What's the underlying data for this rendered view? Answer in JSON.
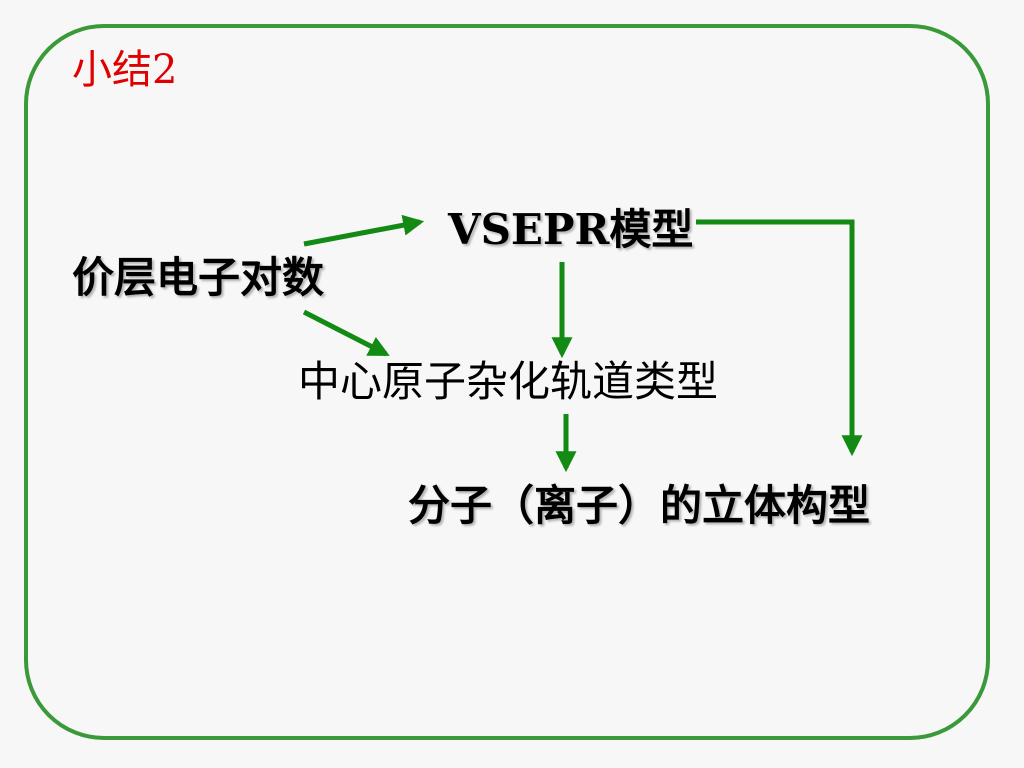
{
  "title": "小结2",
  "colors": {
    "frame": "#3a9a3a",
    "arrow": "#138a13",
    "title": "#e00000",
    "text": "#000000"
  },
  "nodes": {
    "valence_pairs": "价层电子对数",
    "vsepr_model": "VSEPR模型",
    "hybrid_orbital": "中心原子杂化轨道类型",
    "molecular_shape": "分子（离子）的立体构型"
  },
  "edges": [
    {
      "from": "valence_pairs",
      "to": "vsepr_model"
    },
    {
      "from": "valence_pairs",
      "to": "hybrid_orbital"
    },
    {
      "from": "vsepr_model",
      "to": "hybrid_orbital"
    },
    {
      "from": "hybrid_orbital",
      "to": "molecular_shape"
    },
    {
      "from": "vsepr_model",
      "to": "molecular_shape"
    }
  ]
}
